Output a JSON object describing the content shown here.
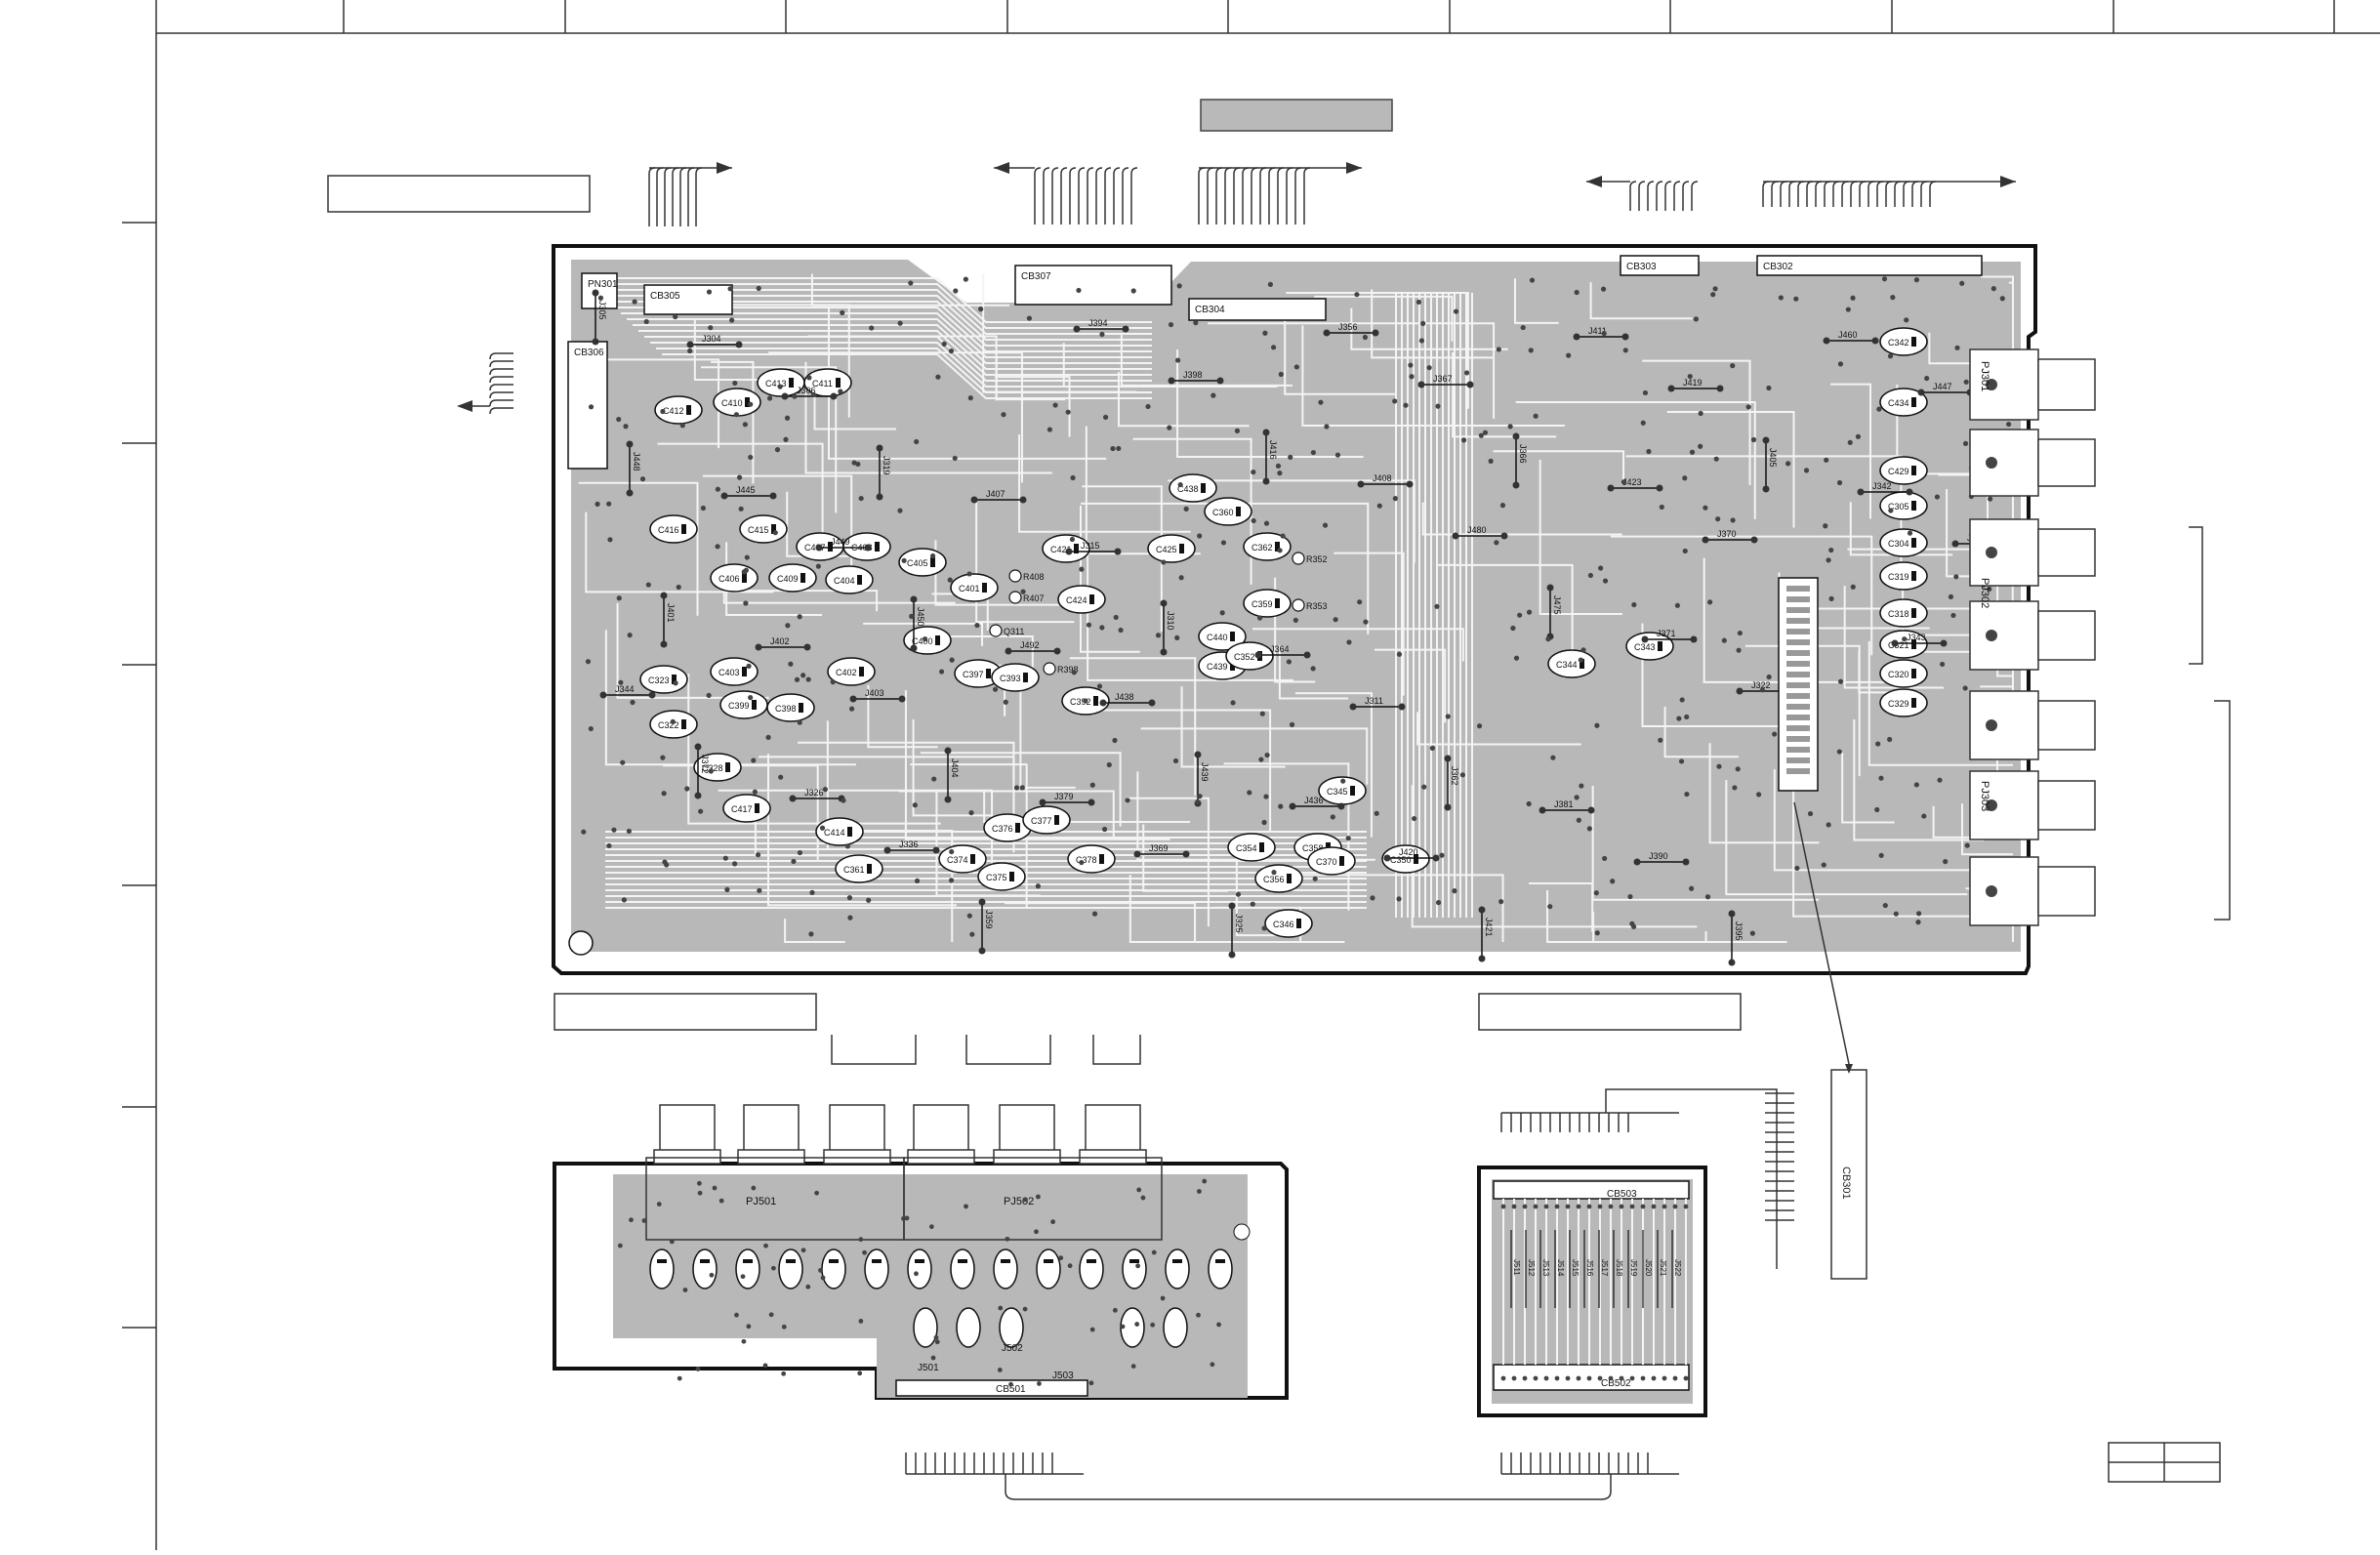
{
  "boards": {
    "main": {
      "connectors": [
        "CB305",
        "CB307",
        "CB304",
        "CB303",
        "CB302",
        "CB306",
        "PN301"
      ],
      "jacks": [
        "PJ301",
        "PJ302",
        "PJ303"
      ],
      "capacitors": [
        "C412",
        "C410",
        "C413",
        "C411",
        "C416",
        "C415",
        "C407",
        "C408",
        "C409",
        "C406",
        "C404",
        "C405",
        "C401",
        "C400",
        "C402",
        "C403",
        "C398",
        "C399",
        "C397",
        "C393",
        "C392",
        "C421",
        "C424",
        "C425",
        "C440",
        "C439",
        "C438",
        "C360",
        "C362",
        "C359",
        "C352",
        "C358",
        "C354",
        "C356",
        "C346",
        "C345",
        "C344",
        "C343",
        "C342",
        "C434",
        "C429",
        "C305",
        "C304",
        "C319",
        "C318",
        "C321",
        "C320",
        "C329",
        "C323",
        "C322",
        "C328",
        "C417",
        "C414",
        "C361",
        "C374",
        "C376",
        "C377",
        "C378",
        "C375",
        "C370",
        "C350"
      ],
      "jumpers": [
        "J305",
        "J304",
        "J306",
        "J319",
        "J407",
        "J315",
        "J310",
        "J364",
        "J311",
        "J362",
        "J381",
        "J390",
        "J395",
        "J460",
        "J447",
        "J448",
        "J445",
        "J449",
        "J450",
        "J492",
        "J438",
        "J439",
        "J436",
        "J420",
        "J421",
        "J411",
        "J419",
        "J405",
        "J342",
        "J476",
        "J401",
        "J402",
        "J403",
        "J404",
        "J379",
        "J369",
        "J325",
        "J356",
        "J367",
        "J366",
        "J423",
        "J370",
        "J475",
        "J343",
        "J344",
        "J372",
        "J326",
        "J336",
        "J359",
        "J394",
        "J398",
        "J416",
        "J408",
        "J480",
        "J475",
        "J371",
        "J322"
      ],
      "components": [
        "R408",
        "R407",
        "Q311",
        "R398",
        "R352",
        "R353"
      ]
    },
    "sub_left": {
      "jacks": [
        "PJ501",
        "PJ502"
      ],
      "connectors": [
        "CB501"
      ],
      "jumpers": [
        "J501",
        "J502",
        "J503"
      ]
    },
    "sub_right": {
      "connectors": [
        "CB503",
        "CB502"
      ],
      "jumpers": [
        "J511",
        "J512",
        "J513",
        "J514",
        "J515",
        "J516",
        "J517",
        "J518",
        "J519",
        "J520",
        "J521",
        "J522"
      ]
    },
    "cable_connector": "CB301"
  }
}
